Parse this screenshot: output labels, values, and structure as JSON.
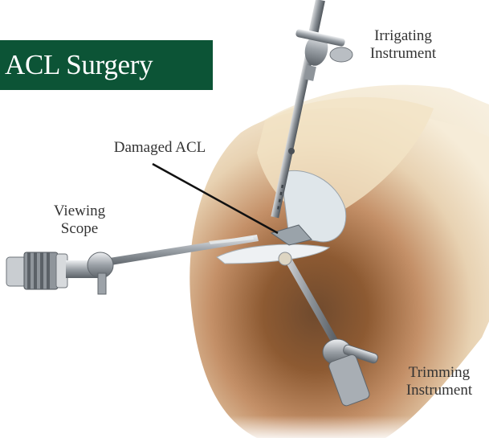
{
  "title": "ACL Surgery",
  "labels": {
    "irrigating": [
      "Irrigating",
      "Instrument"
    ],
    "damaged_acl": "Damaged ACL",
    "viewing": [
      "Viewing",
      "Scope"
    ],
    "trimming": [
      "Trimming",
      "Instrument"
    ]
  },
  "colors": {
    "banner": "#0c5436",
    "banner_text": "#ffffff",
    "skin_light": "#efe0c0",
    "skin_dark": "#8a4a22",
    "instrument": "#b8bcc0",
    "label_text": "#333333"
  },
  "icons": [
    "irrigating-instrument-icon",
    "viewing-scope-icon",
    "trimming-instrument-icon",
    "knee-illustration"
  ]
}
